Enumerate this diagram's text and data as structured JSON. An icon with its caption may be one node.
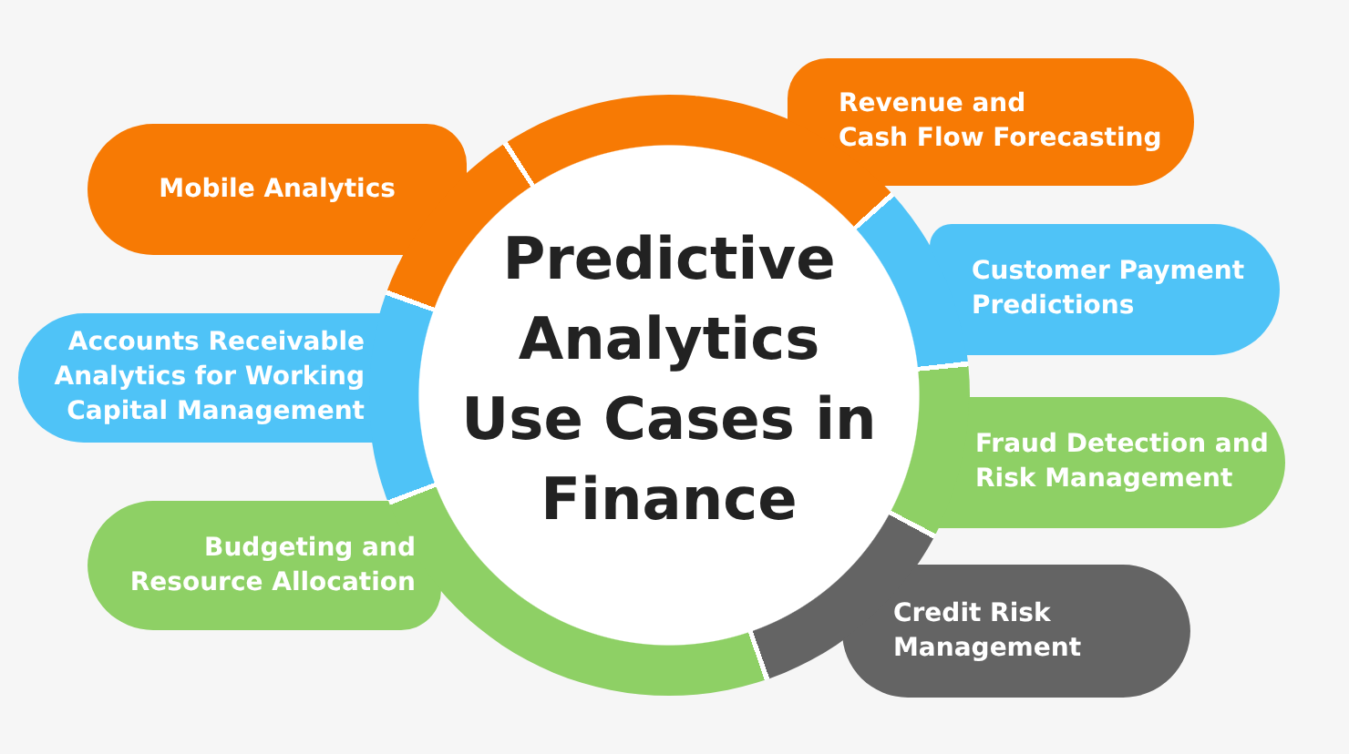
{
  "diagram": {
    "nodes": [
      {
        "text": [
          "Predictive Analytics Use Cases in Finance"
        ]
      },
      {
        "text": [
          "Revenue and Cash Flow Forecasting"
        ]
      },
      {
        "text": [
          "Mobile Analytics"
        ]
      },
      {
        "text": [
          "Customer Payment Predictions"
        ]
      },
      {
        "text": [
          "Accounts Receivable Analytics for Working Capital Management"
        ]
      },
      {
        "text": [
          "Fraud Detection and Risk Management"
        ]
      },
      {
        "text": [
          "Budgeting and Resource Allocation"
        ]
      },
      {
        "text": [
          "Credit Risk Management"
        ]
      }
    ]
  }
}
